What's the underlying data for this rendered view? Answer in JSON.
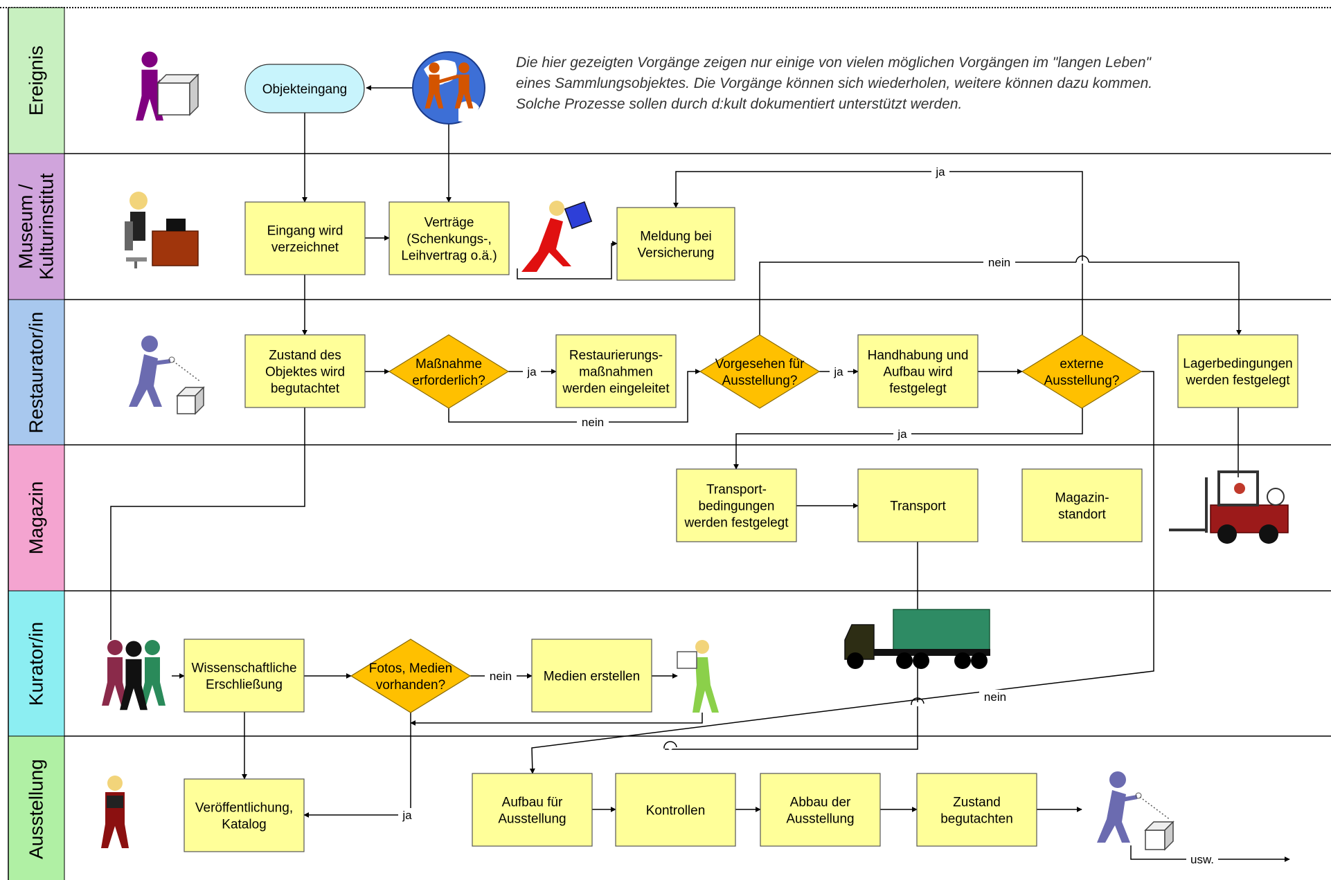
{
  "lanes": [
    {
      "id": "ereignis",
      "label": [
        "Ereignis"
      ],
      "color": "#c8f0c0"
    },
    {
      "id": "museum",
      "label": [
        "Museum /",
        "Kulturinstitut"
      ],
      "color": "#d0a4dc"
    },
    {
      "id": "restaurator",
      "label": [
        "Restaurator/in"
      ],
      "color": "#a8c8ee"
    },
    {
      "id": "magazin",
      "label": [
        "Magazin"
      ],
      "color": "#f4a4d0"
    },
    {
      "id": "kurator",
      "label": [
        "Kurator/in"
      ],
      "color": "#8ceef2"
    },
    {
      "id": "ausstellung",
      "label": [
        "Ausstellung"
      ],
      "color": "#b0f0a4"
    }
  ],
  "note": [
    "Die hier gezeigten Vorgänge zeigen nur einige von vielen möglichen Vorgängen im \"langen Leben\"",
    "eines Sammlungsobjektes. Die Vorgänge können sich wiederholen, weitere können dazu kommen.",
    "Solche Prozesse sollen durch d:kult dokumentiert unterstützt werden."
  ],
  "nodes": [
    {
      "id": "objekteingang",
      "shape": "terminal",
      "lines": [
        "Objekteingang"
      ]
    },
    {
      "id": "eingang-verzeichnet",
      "shape": "process",
      "lines": [
        "Eingang wird",
        "verzeichnet"
      ]
    },
    {
      "id": "vertraege",
      "shape": "process",
      "lines": [
        "Verträge",
        "(Schenkungs-,",
        "Leihvertrag o.ä.)"
      ]
    },
    {
      "id": "meldung-versicherung",
      "shape": "process",
      "lines": [
        "Meldung bei",
        "Versicherung"
      ]
    },
    {
      "id": "zustand-begutachtet",
      "shape": "process",
      "lines": [
        "Zustand  des",
        "Objektes wird",
        "begutachtet"
      ]
    },
    {
      "id": "massnahme-erforderlich",
      "shape": "decision",
      "lines": [
        "Maßnahme",
        "erforderlich?"
      ]
    },
    {
      "id": "restaurierungsmassnahmen",
      "shape": "process",
      "lines": [
        "Restaurierungs-",
        "maßnahmen",
        "werden eingeleitet"
      ]
    },
    {
      "id": "vorgesehen-ausstellung",
      "shape": "decision",
      "lines": [
        "Vorgesehen für",
        "Ausstellung?"
      ]
    },
    {
      "id": "handhabung-aufbau",
      "shape": "process",
      "lines": [
        "Handhabung und",
        "Aufbau wird",
        "festgelegt"
      ]
    },
    {
      "id": "externe-ausstellung",
      "shape": "decision",
      "lines": [
        "externe",
        "Ausstellung?"
      ]
    },
    {
      "id": "lagerbedingungen",
      "shape": "process",
      "lines": [
        "Lagerbedingungen",
        "werden festgelegt"
      ]
    },
    {
      "id": "transportbedingungen",
      "shape": "process",
      "lines": [
        "Transport-",
        "bedingungen",
        "werden festgelegt"
      ]
    },
    {
      "id": "transport",
      "shape": "process",
      "lines": [
        "Transport"
      ]
    },
    {
      "id": "magazinstandort",
      "shape": "process",
      "lines": [
        "Magazin-",
        "standort"
      ]
    },
    {
      "id": "wissenschaftliche-erschliessung",
      "shape": "process",
      "lines": [
        "Wissenschaftliche",
        "Erschließung"
      ]
    },
    {
      "id": "fotos-medien",
      "shape": "decision",
      "lines": [
        "Fotos, Medien",
        "vorhanden?"
      ]
    },
    {
      "id": "medien-erstellen",
      "shape": "process",
      "lines": [
        "Medien erstellen"
      ]
    },
    {
      "id": "veroeffentlichung",
      "shape": "process",
      "lines": [
        "Veröffentlichung,",
        "Katalog"
      ]
    },
    {
      "id": "aufbau-ausstellung",
      "shape": "process",
      "lines": [
        "Aufbau für",
        "Ausstellung"
      ]
    },
    {
      "id": "kontrollen",
      "shape": "process",
      "lines": [
        "Kontrollen"
      ]
    },
    {
      "id": "abbau-ausstellung",
      "shape": "process",
      "lines": [
        "Abbau der",
        "Ausstellung"
      ]
    },
    {
      "id": "zustand-begutachten",
      "shape": "process",
      "lines": [
        "Zustand",
        "begutachten"
      ]
    }
  ],
  "edges": [
    {
      "id": "globe-to-objekteingang",
      "label": ""
    },
    {
      "id": "objekteingang-to-eingang",
      "label": ""
    },
    {
      "id": "globe-to-vertraege",
      "label": ""
    },
    {
      "id": "eingang-to-vertraege",
      "label": ""
    },
    {
      "id": "vertraege-to-meldung",
      "label": ""
    },
    {
      "id": "eingang-to-zustand",
      "label": ""
    },
    {
      "id": "zustand-to-massnahme",
      "label": ""
    },
    {
      "id": "massnahme-ja",
      "label": "ja"
    },
    {
      "id": "massnahme-nein",
      "label": "nein"
    },
    {
      "id": "restaurierung-to-vorgesehen",
      "label": ""
    },
    {
      "id": "vorgesehen-ja",
      "label": "ja"
    },
    {
      "id": "vorgesehen-nein",
      "label": "nein"
    },
    {
      "id": "handhabung-to-extern",
      "label": ""
    },
    {
      "id": "extern-ja-versicherung",
      "label": "ja"
    },
    {
      "id": "extern-ja-transport",
      "label": "ja"
    },
    {
      "id": "extern-nein",
      "label": "nein"
    },
    {
      "id": "transportbed-to-transport",
      "label": ""
    },
    {
      "id": "transport-to-aufbau",
      "label": ""
    },
    {
      "id": "lager-to-magazin",
      "label": ""
    },
    {
      "id": "zustand-to-kurator",
      "label": ""
    },
    {
      "id": "kurator-to-wissenschaft",
      "label": ""
    },
    {
      "id": "wissenschaft-to-fotos",
      "label": ""
    },
    {
      "id": "fotos-nein",
      "label": "nein"
    },
    {
      "id": "medien-to-figure",
      "label": ""
    },
    {
      "id": "figure-back-to-fotos",
      "label": ""
    },
    {
      "id": "fotos-ja",
      "label": "ja"
    },
    {
      "id": "wissenschaft-to-veroeffentlichung",
      "label": ""
    },
    {
      "id": "aufbau-to-kontrollen",
      "label": ""
    },
    {
      "id": "kontrollen-to-abbau",
      "label": ""
    },
    {
      "id": "abbau-to-zustand",
      "label": ""
    },
    {
      "id": "zustand-to-figure",
      "label": ""
    },
    {
      "id": "usw",
      "label": "usw."
    }
  ],
  "colors": {
    "process_fill": "#ffff99",
    "decision_fill": "#ffc000",
    "terminal_fill": "#c8f4fc",
    "line": "#000000"
  },
  "icons": [
    "person-with-box-icon",
    "globe-handover-icon",
    "desk-worker-icon",
    "person-carrying-box-icon",
    "restorer-icon",
    "forklift-icon",
    "curator-group-icon",
    "person-with-picture-icon",
    "truck-icon",
    "visitor-icon",
    "inspector-icon"
  ]
}
